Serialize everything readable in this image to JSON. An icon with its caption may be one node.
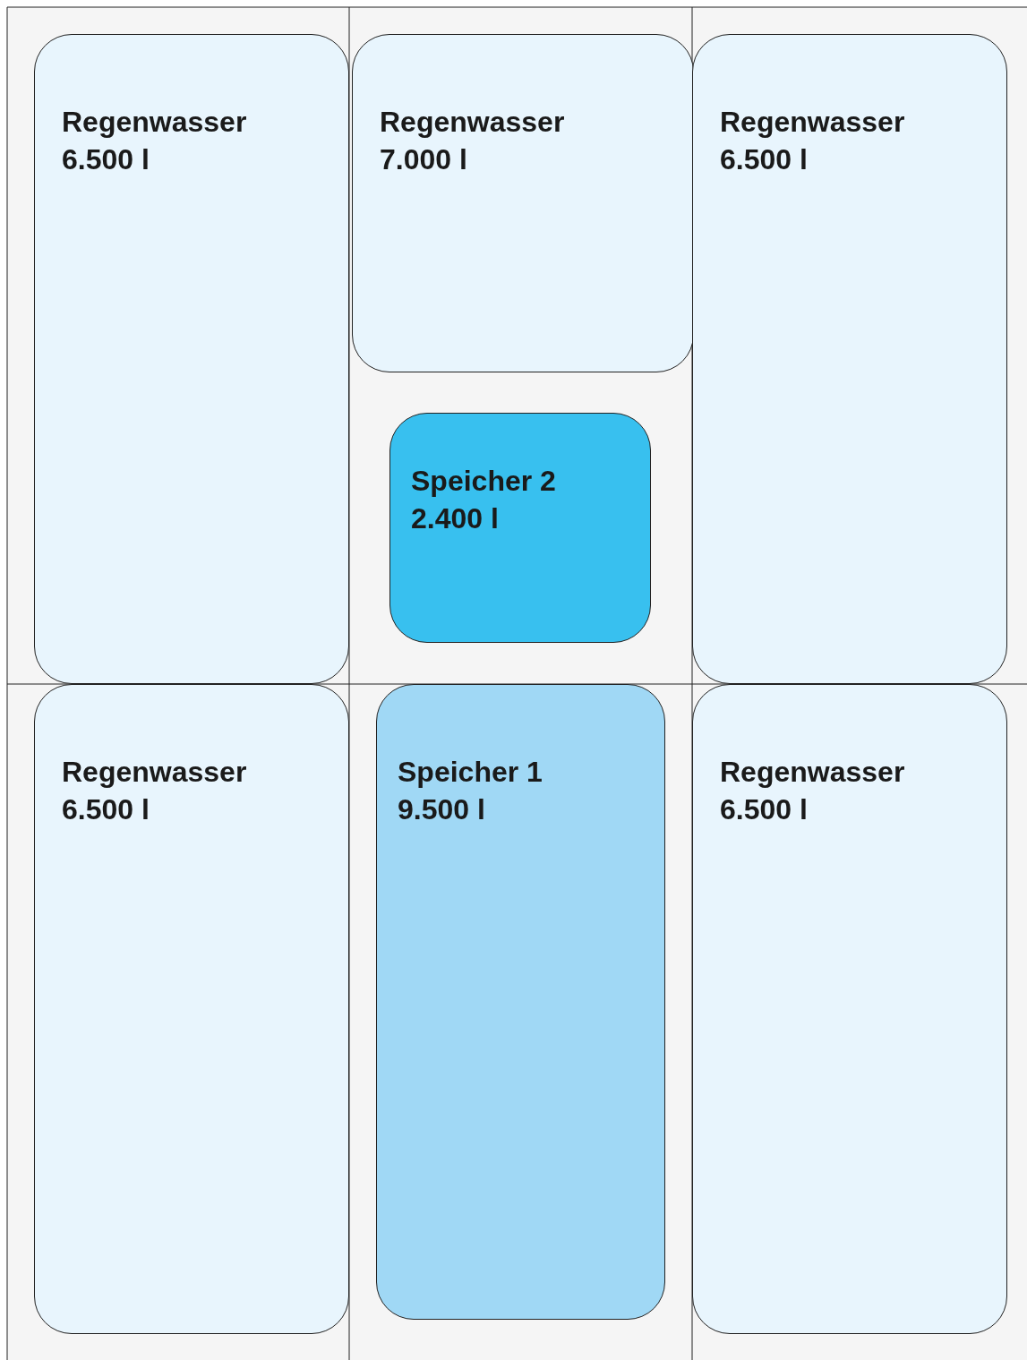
{
  "diagram": {
    "nodes": [
      {
        "text": [
          "Regenwasser",
          "6.500 l"
        ]
      },
      {
        "text": [
          "Regenwasser",
          "7.000 l"
        ]
      },
      {
        "text": [
          "Regenwasser",
          "6.500 l"
        ]
      },
      {
        "text": [
          "Speicher 2",
          "2.400 l"
        ]
      },
      {
        "text": [
          "Regenwasser",
          "6.500 l"
        ]
      },
      {
        "text": [
          "Speicher 1",
          "9.500 l"
        ]
      },
      {
        "text": [
          "Regenwasser",
          "6.500 l"
        ]
      }
    ],
    "edges": []
  }
}
